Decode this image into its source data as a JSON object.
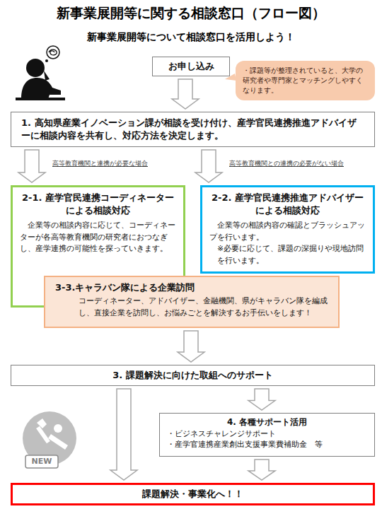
{
  "diagram": {
    "title": "新事業展開等に関する相談窓口（フロー図）",
    "nodes": [
      {
        "text": [
          "お申し込み"
        ]
      },
      {
        "text": [
          "・課題等が整理されていると、大学の研究者や専門家とマッチングしやすくなります。"
        ]
      },
      {
        "text": [
          "1.  高知県産業イノベーション課が相談を受け付け、産学官民連携推進アドバイザーに相談内容を共有し、対応方法を決定します。"
        ]
      },
      {
        "text": [
          "2-1. 産学官民連携コーディネーター による相談対応",
          "企業等の相談内容に応じて、コーディネーターが各高等教育機関の研究者におつなぎし、産学連携の可能性を探っていきます。"
        ]
      },
      {
        "text": [
          "2-2. 産学官民連携推進アドバイザー による相談対応",
          "企業等の相談内容の確認とブラッシュアップを行います。",
          "※必要に応じて、課題の深掘りや現地訪問を行います。"
        ]
      },
      {
        "text": [
          "3-3.キャラバン隊による企業訪問",
          "コーディネーター、アドバイザー、金融機関、県がキャラバン隊を編成し、直接企業を訪問し、お悩みごとを解決するお手伝いをします！"
        ]
      },
      {
        "text": [
          "3. 課題解決に向けた取組へのサポート"
        ]
      },
      {
        "text": [
          "4. 各種サポート活用",
          "・ビジネスチャレンジサポート",
          "・産学官連携産業創出支援事業費補助金　等"
        ]
      },
      {
        "text": [
          "課題解決・事業化へ！！"
        ]
      }
    ],
    "edges": [
      {
        "from": 0,
        "to": 2,
        "arrow": "to"
      },
      {
        "from": 2,
        "to": 3,
        "label": "高等教育機関と連携が必要な場合",
        "arrow": "to"
      },
      {
        "from": 2,
        "to": 4,
        "label": "高等教育機関との連携の必要がない場合",
        "arrow": "to"
      },
      {
        "from": 5,
        "to": 6,
        "arrow": "to"
      },
      {
        "from": 6,
        "to": 7,
        "arrow": "to"
      },
      {
        "from": 6,
        "to": 8,
        "arrow": "to"
      },
      {
        "from": 7,
        "to": 8,
        "arrow": "to"
      }
    ],
    "labels": [
      "新事業展開等について相談窓口を活用しよう！",
      "NEW"
    ]
  }
}
